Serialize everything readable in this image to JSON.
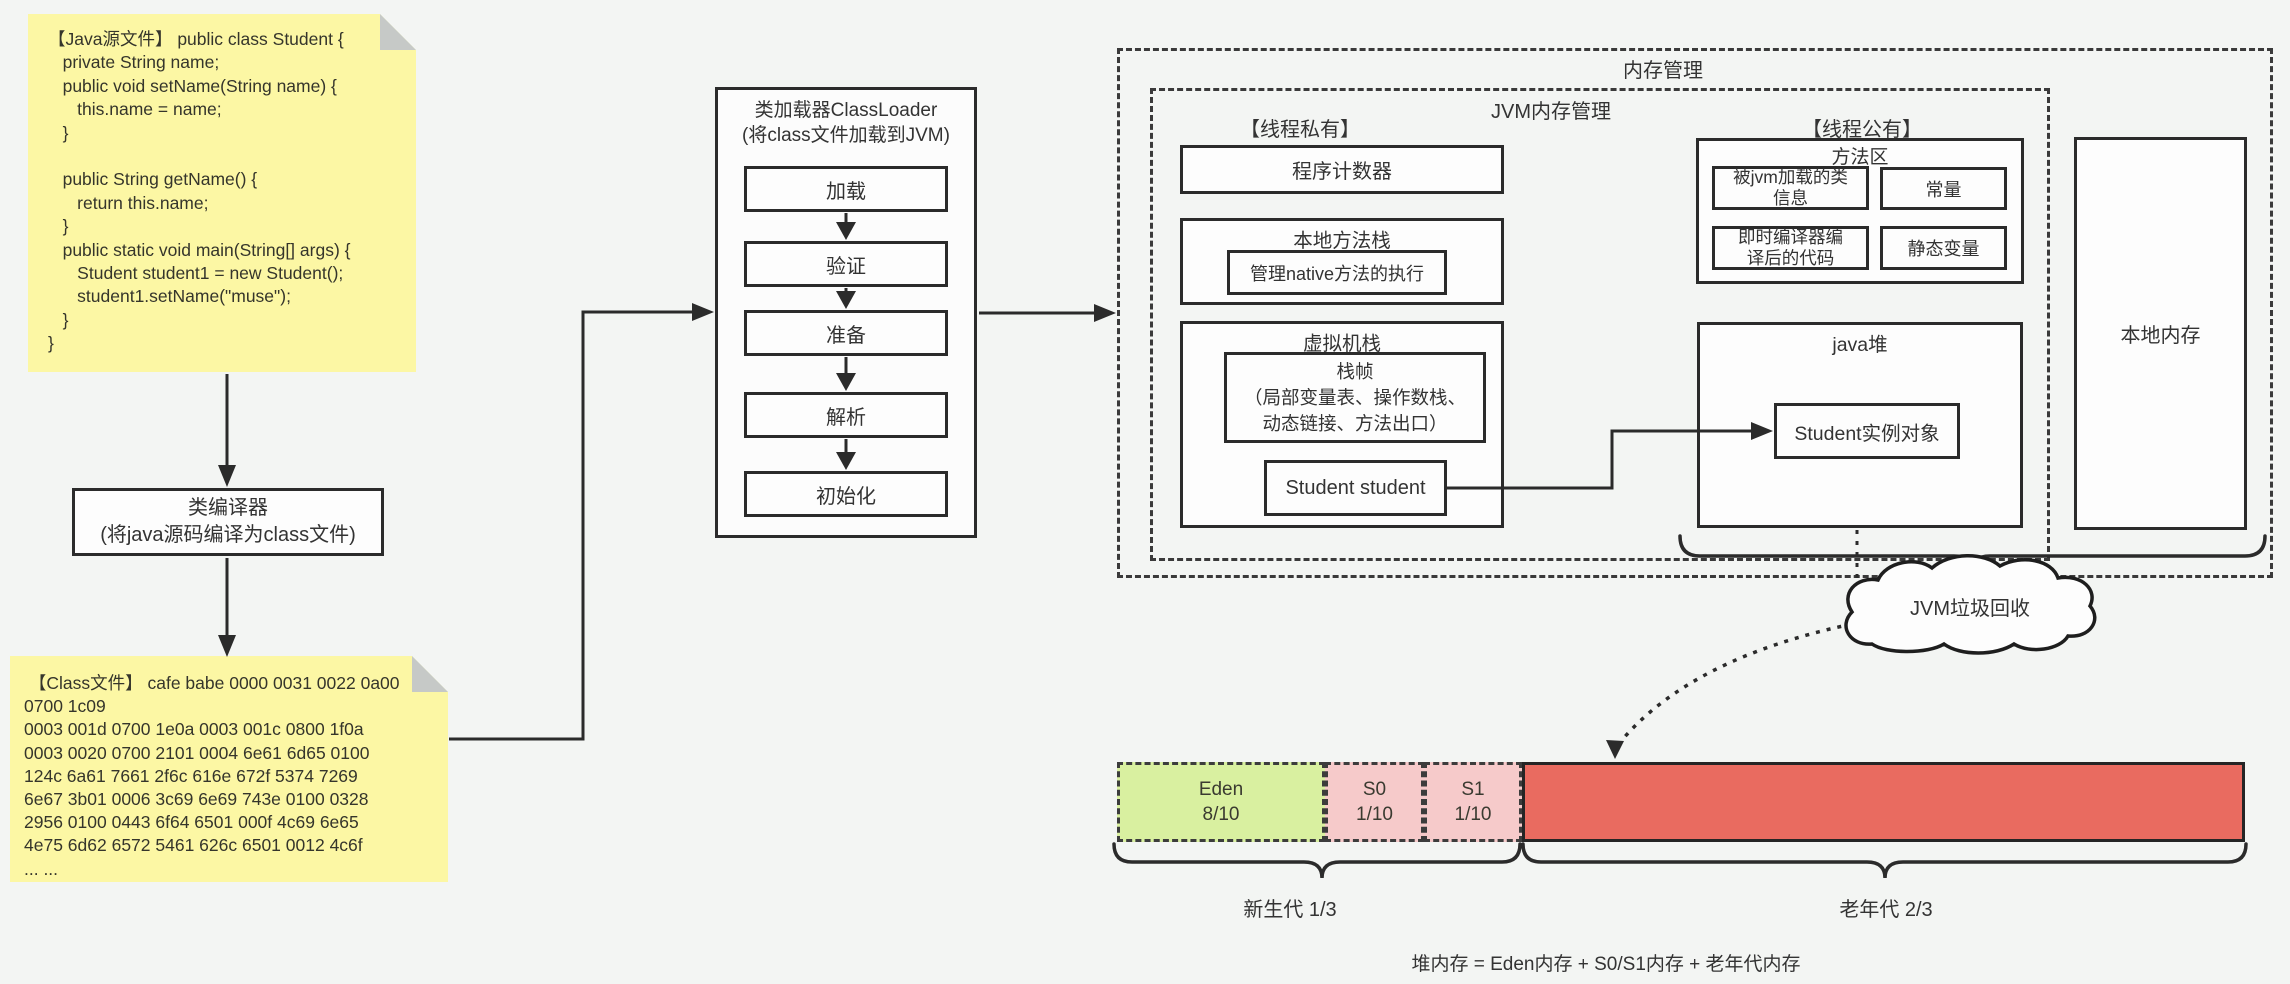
{
  "colors": {
    "page_bg": "#f3f5f3",
    "note_bg": "#fcf7a4",
    "note_fold": "#c6c9c7",
    "line_color": "#2b2b2b",
    "eden_green": "#d9f0a0",
    "survivor_pink": "#f6caca",
    "old_gen_red": "#e96b60"
  },
  "source_note": {
    "lines": [
      "【Java源文件】 public class Student {",
      "   private String name;",
      "   public void setName(String name) {",
      "      this.name = name;",
      "   }",
      "",
      "   public String getName() {",
      "      return this.name;",
      "   }",
      "   public static void main(String[] args) {",
      "      Student student1 = new Student();",
      "      student1.setName(\"muse\");",
      "   }",
      "}"
    ]
  },
  "compiler_box": {
    "line1": "类编译器",
    "line2": "(将java源码编译为class文件)"
  },
  "class_note": {
    "lines": [
      " 【Class文件】 cafe babe 0000 0031 0022 0a00",
      "0700 1c09",
      "0003 001d 0700 1e0a 0003 001c 0800 1f0a",
      "0003 0020 0700 2101 0004 6e61 6d65 0100",
      "124c 6a61 7661 2f6c 616e 672f 5374 7269",
      "6e67 3b01 0006 3c69 6e69 743e 0100 0328",
      "2956 0100 0443 6f64 6501 000f 4c69 6e65",
      "4e75 6d62 6572 5461 626c 6501 0012 4c6f",
      "... ..."
    ]
  },
  "classloader": {
    "title_line1": "类加载器ClassLoader",
    "title_line2": "(将class文件加载到JVM)",
    "steps": [
      "加载",
      "验证",
      "准备",
      "解析",
      "初始化"
    ]
  },
  "memory": {
    "outer_label": "内存管理",
    "inner_label": "JVM内存管理",
    "thread_private_label": "【线程私有】",
    "thread_shared_label": "【线程公有】",
    "program_counter": "程序计数器",
    "native_stack": {
      "title": "本地方法栈",
      "inner": "管理native方法的执行"
    },
    "vm_stack": {
      "title": "虚拟机栈",
      "frame_line1": "栈帧",
      "frame_line2": "（局部变量表、操作数栈、",
      "frame_line3": "动态链接、方法出口）",
      "local_var": "Student student"
    },
    "method_area": {
      "title": "方法区",
      "cell_class_info": "被jvm加载的类\n信息",
      "cell_constants": "常量",
      "cell_jit_code": "即时编译器编\n译后的代码",
      "cell_static_vars": "静态变量"
    },
    "heap": {
      "title": "java堆",
      "instance": "Student实例对象"
    },
    "native_memory": "本地内存"
  },
  "gc_cloud": {
    "label": "JVM垃圾回收"
  },
  "heap_bar": {
    "segments": [
      {
        "name": "Eden",
        "fraction": "8/10"
      },
      {
        "name": "S0",
        "fraction": "1/10"
      },
      {
        "name": "S1",
        "fraction": "1/10"
      },
      {
        "name": "",
        "fraction": ""
      }
    ],
    "young_label": "新生代 1/3",
    "old_label": "老年代 2/3",
    "formula": "堆内存 = Eden内存 + S0/S1内存 + 老年代内存"
  }
}
